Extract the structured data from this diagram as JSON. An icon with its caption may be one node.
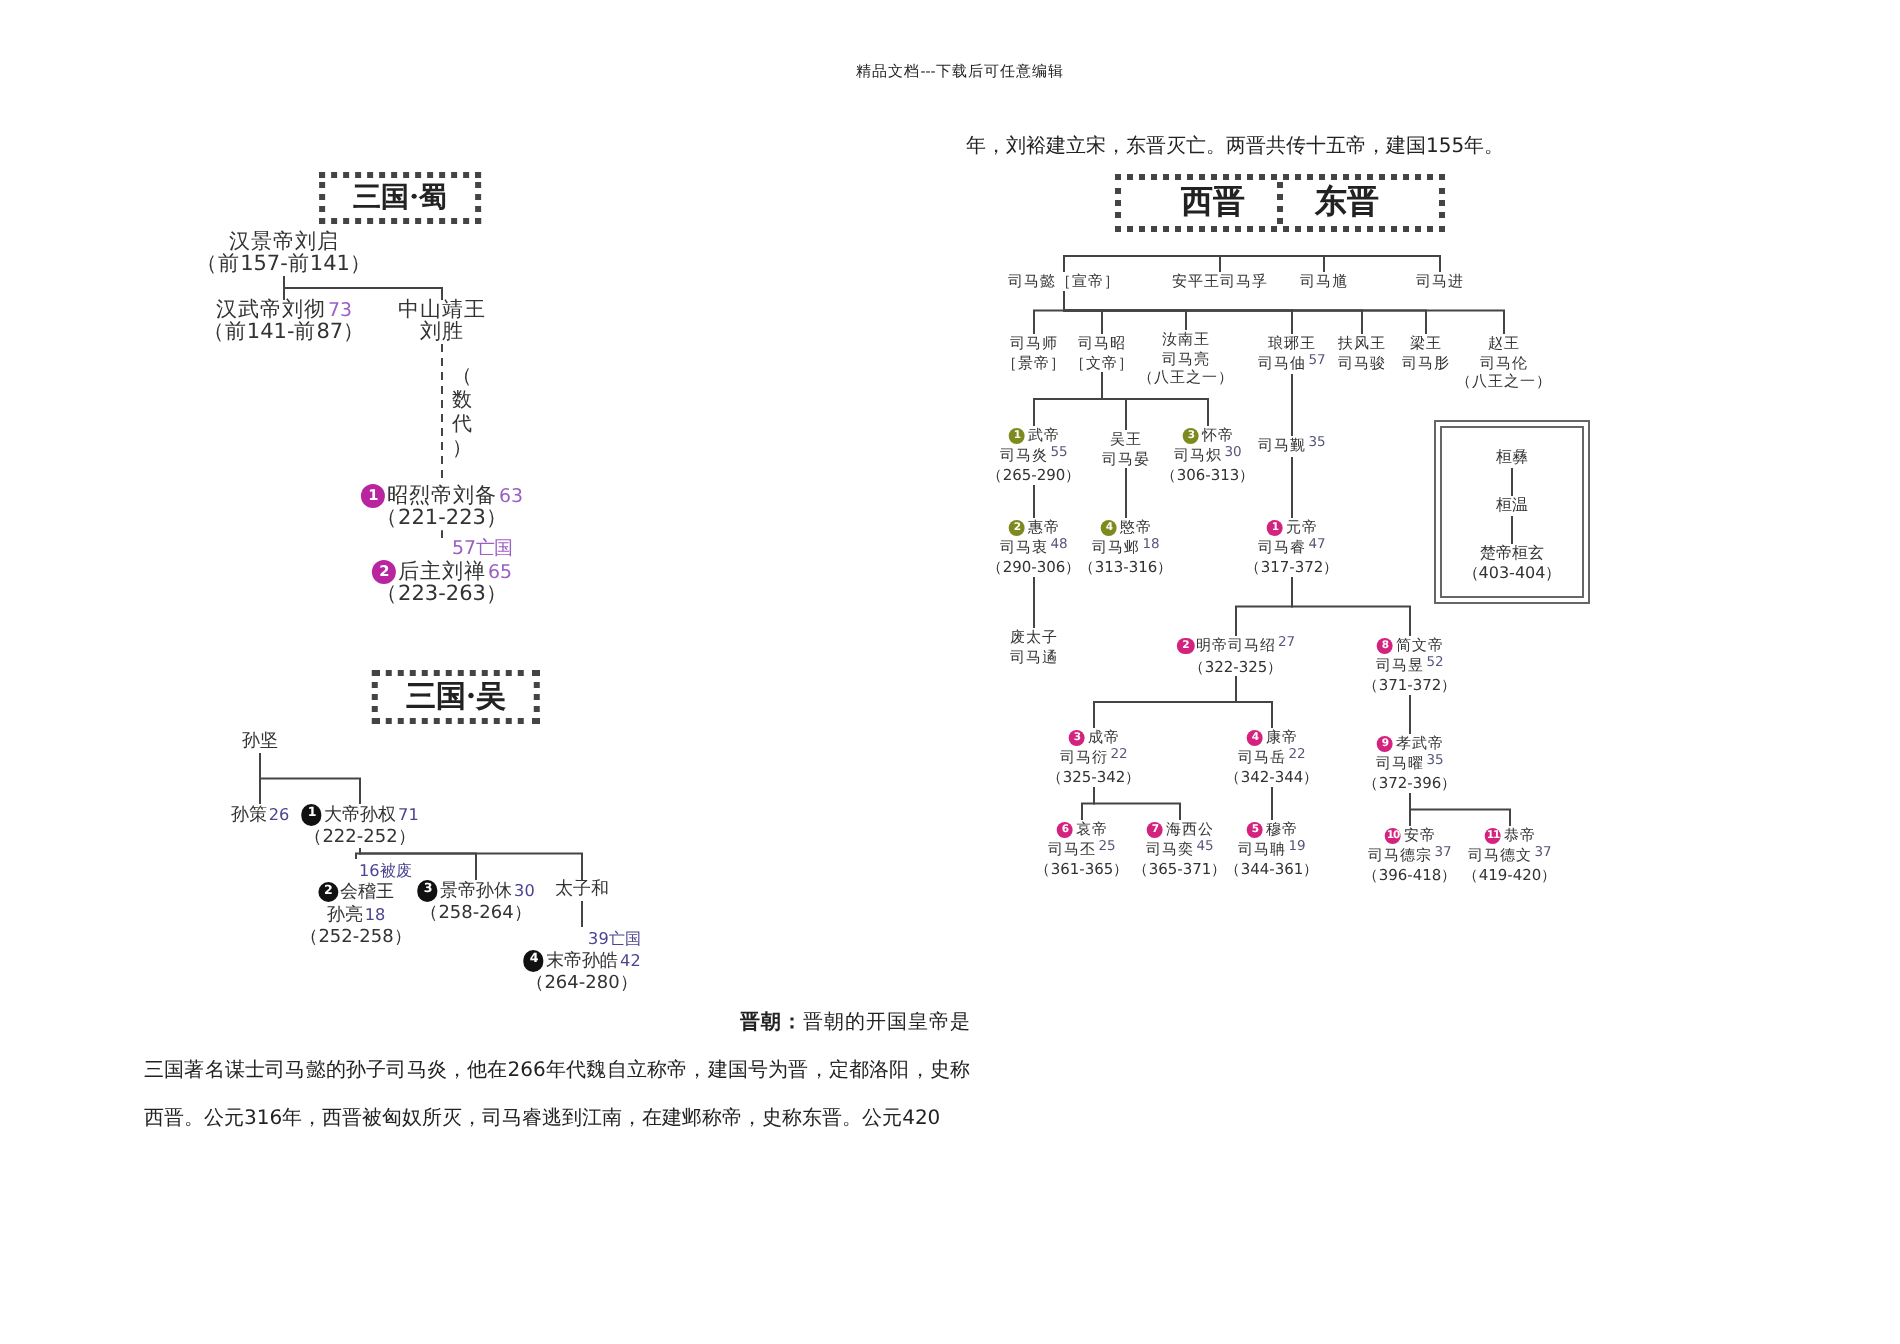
{
  "diagram": {
    "nodes": [
      {
        "text": [
          "三国·蜀"
        ]
      },
      {
        "text": [
          "汉景帝刘启",
          "（前157-前141）"
        ]
      },
      {
        "text": [
          "汉武帝刘彻",
          "73",
          "（前141-前87）"
        ]
      },
      {
        "text": [
          "中山靖王",
          "刘胜"
        ]
      },
      {
        "text": [
          "1",
          "昭烈帝刘备",
          "63",
          "（221-223）"
        ]
      },
      {
        "text": [
          "57亡国",
          "2",
          "后主刘禅",
          "65",
          "（223-263）"
        ]
      },
      {
        "text": [
          "三国·吴"
        ]
      },
      {
        "text": [
          "孙坚"
        ]
      },
      {
        "text": [
          "孙策",
          "26"
        ]
      },
      {
        "text": [
          "1",
          "大帝孙权",
          "71",
          "（222-252）"
        ]
      },
      {
        "text": [
          "16被废",
          "2",
          "会稽王",
          "孙亮",
          "18",
          "（252-258）"
        ]
      },
      {
        "text": [
          "3",
          "景帝孙休",
          "30",
          "（258-264）"
        ]
      },
      {
        "text": [
          "太子和"
        ]
      },
      {
        "text": [
          "39亡国",
          "4",
          "末帝孙皓",
          "42",
          "（264-280）"
        ]
      },
      {
        "text": [
          "西晋",
          "东晋"
        ]
      },
      {
        "text": [
          "司马懿［宣帝］"
        ]
      },
      {
        "text": [
          "安平王司马孚"
        ]
      },
      {
        "text": [
          "司马馗"
        ]
      },
      {
        "text": [
          "司马进"
        ]
      },
      {
        "text": [
          "司马师",
          "［景帝］"
        ]
      },
      {
        "text": [
          "司马昭",
          "［文帝］"
        ]
      },
      {
        "text": [
          "汝南王",
          "司马亮",
          "（八王之一）"
        ]
      },
      {
        "text": [
          "琅琊王",
          "司马伷",
          "57"
        ]
      },
      {
        "text": [
          "扶风王",
          "司马骏"
        ]
      },
      {
        "text": [
          "梁王",
          "司马肜"
        ]
      },
      {
        "text": [
          "赵王",
          "司马伦",
          "（八王之一）"
        ]
      },
      {
        "text": [
          "1",
          "武帝",
          "司马炎",
          "55",
          "（265-290）"
        ]
      },
      {
        "text": [
          "吴王",
          "司马晏"
        ]
      },
      {
        "text": [
          "3",
          "怀帝",
          "司马炽",
          "30",
          "（306-313）"
        ]
      },
      {
        "text": [
          "2",
          "惠帝",
          "司马衷",
          "48",
          "（290-306）"
        ]
      },
      {
        "text": [
          "4",
          "愍帝",
          "司马邺",
          "18",
          "（313-316）"
        ]
      },
      {
        "text": [
          "废太子",
          "司马遹"
        ]
      },
      {
        "text": [
          "司马觐",
          "35"
        ]
      },
      {
        "text": [
          "1",
          "元帝",
          "司马睿",
          "47",
          "（317-372）"
        ]
      },
      {
        "text": [
          "2",
          "明帝司马绍",
          "27",
          "（322-325）"
        ]
      },
      {
        "text": [
          "8",
          "简文帝",
          "司马昱",
          "52",
          "（371-372）"
        ]
      },
      {
        "text": [
          "3",
          "成帝",
          "司马衍",
          "22",
          "（325-342）"
        ]
      },
      {
        "text": [
          "4",
          "康帝",
          "司马岳",
          "22",
          "（342-344）"
        ]
      },
      {
        "text": [
          "6",
          "哀帝",
          "司马丕",
          "25",
          "（361-365）"
        ]
      },
      {
        "text": [
          "7",
          "海西公",
          "司马奕",
          "45",
          "（365-371）"
        ]
      },
      {
        "text": [
          "5",
          "穆帝",
          "司马聃",
          "19",
          "（344-361）"
        ]
      },
      {
        "text": [
          "9",
          "孝武帝",
          "司马曜",
          "35",
          "（372-396）"
        ]
      },
      {
        "text": [
          "10",
          "安帝",
          "司马德宗",
          "37",
          "（396-418）"
        ]
      },
      {
        "text": [
          "11",
          "恭帝",
          "司马德文",
          "37",
          "（419-420）"
        ]
      },
      {
        "text": [],
        "shape": "box"
      },
      {
        "text": [
          "桓彝"
        ],
        "in": 44
      },
      {
        "text": [
          "桓温"
        ],
        "in": 44
      },
      {
        "text": [
          "楚帝桓玄",
          "（403-404）"
        ],
        "in": 44
      }
    ],
    "edges": [
      {
        "from": 1,
        "to": 2,
        "arrow": "none"
      },
      {
        "from": 1,
        "to": 3,
        "arrow": "none"
      },
      {
        "from": 3,
        "to": 4,
        "arrow": "none",
        "style": "dashed",
        "label": "（数代）"
      },
      {
        "from": 4,
        "to": 5,
        "arrow": "none"
      },
      {
        "from": 7,
        "to": 8,
        "arrow": "none"
      },
      {
        "from": 7,
        "to": 9,
        "arrow": "none"
      },
      {
        "from": 9,
        "to": 10,
        "arrow": "none"
      },
      {
        "from": 9,
        "to": 11,
        "arrow": "none"
      },
      {
        "from": 9,
        "to": 12,
        "arrow": "none"
      },
      {
        "from": 12,
        "to": 13,
        "arrow": "none"
      },
      {
        "from": 15,
        "to": 16,
        "arrow": "none"
      },
      {
        "from": 16,
        "to": 17,
        "arrow": "none"
      },
      {
        "from": 17,
        "to": 18,
        "arrow": "none"
      },
      {
        "from": 15,
        "to": 19,
        "arrow": "none"
      },
      {
        "from": 15,
        "to": 20,
        "arrow": "none"
      },
      {
        "from": 15,
        "to": 21,
        "arrow": "none"
      },
      {
        "from": 15,
        "to": 22,
        "arrow": "none"
      },
      {
        "from": 15,
        "to": 23,
        "arrow": "none"
      },
      {
        "from": 15,
        "to": 24,
        "arrow": "none"
      },
      {
        "from": 15,
        "to": 25,
        "arrow": "none"
      },
      {
        "from": 20,
        "to": 26,
        "arrow": "none"
      },
      {
        "from": 20,
        "to": 27,
        "arrow": "none"
      },
      {
        "from": 20,
        "to": 28,
        "arrow": "none"
      },
      {
        "from": 26,
        "to": 29,
        "arrow": "none"
      },
      {
        "from": 27,
        "to": 30,
        "arrow": "none"
      },
      {
        "from": 29,
        "to": 31,
        "arrow": "none"
      },
      {
        "from": 22,
        "to": 32,
        "arrow": "none"
      },
      {
        "from": 32,
        "to": 33,
        "arrow": "none"
      },
      {
        "from": 33,
        "to": 34,
        "arrow": "none"
      },
      {
        "from": 33,
        "to": 35,
        "arrow": "none"
      },
      {
        "from": 34,
        "to": 36,
        "arrow": "none"
      },
      {
        "from": 34,
        "to": 37,
        "arrow": "none"
      },
      {
        "from": 36,
        "to": 38,
        "arrow": "none"
      },
      {
        "from": 36,
        "to": 39,
        "arrow": "none"
      },
      {
        "from": 37,
        "to": 40,
        "arrow": "none"
      },
      {
        "from": 35,
        "to": 41,
        "arrow": "none"
      },
      {
        "from": 41,
        "to": 42,
        "arrow": "none"
      },
      {
        "from": 41,
        "to": 43,
        "arrow": "none"
      },
      {
        "from": 45,
        "to": 46,
        "arrow": "none"
      },
      {
        "from": 46,
        "to": 47,
        "arrow": "none"
      }
    ],
    "labels": [
      "精品文档---下载后可任意编辑",
      "年，刘裕建立宋，东晋灭亡。两晋共传十五帝，建国155年。",
      "**晋朝：**晋朝的开国皇帝是三国著名谋士司马懿的孙子司马炎，他在266年代魏自立称帝，建国号为晋，定都洛阳，史称西晋。公元316年，西晋被匈奴所灭，司马睿逃到江南，在建邺称帝，史称东晋。公元420"
    ]
  }
}
